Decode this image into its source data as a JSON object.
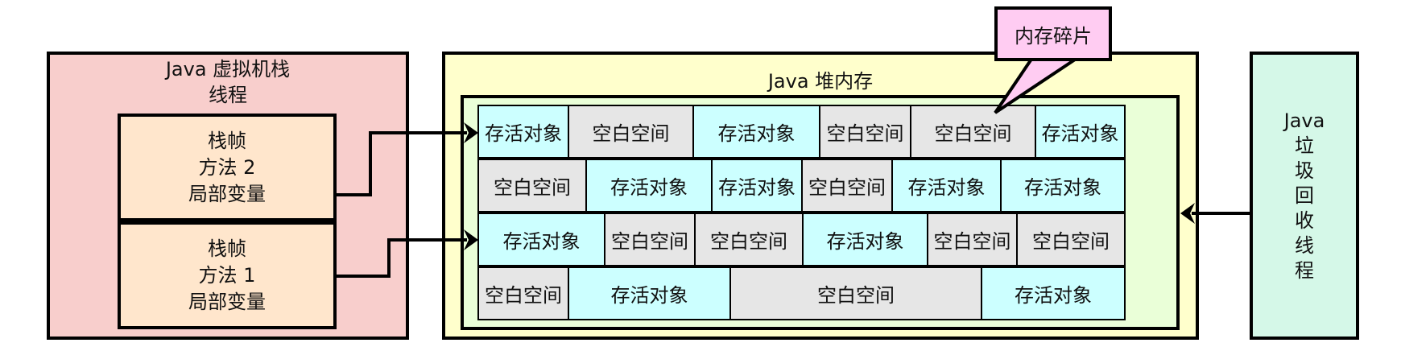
{
  "stack": {
    "title_line1": "Java 虚拟机栈",
    "title_line2": "线程",
    "frames": [
      {
        "line1": "栈帧",
        "line2": "方法 2",
        "line3": "局部变量"
      },
      {
        "line1": "栈帧",
        "line2": "方法 1",
        "line3": "局部变量"
      }
    ]
  },
  "heap": {
    "title": "Java 堆内存",
    "rows": [
      [
        {
          "label": "存活对象",
          "state": "alive"
        },
        {
          "label": "空白空间",
          "state": "empty"
        },
        {
          "label": "存活对象",
          "state": "alive"
        },
        {
          "label": "空白空间",
          "state": "empty"
        },
        {
          "label": "空白空间",
          "state": "empty"
        },
        {
          "label": "存活对象",
          "state": "alive"
        }
      ],
      [
        {
          "label": "空白空间",
          "state": "empty"
        },
        {
          "label": "存活对象",
          "state": "alive"
        },
        {
          "label": "存活对象",
          "state": "alive"
        },
        {
          "label": "空白空间",
          "state": "empty"
        },
        {
          "label": "存活对象",
          "state": "alive"
        },
        {
          "label": "存活对象",
          "state": "alive"
        }
      ],
      [
        {
          "label": "存活对象",
          "state": "alive"
        },
        {
          "label": "空白空间",
          "state": "empty"
        },
        {
          "label": "空白空间",
          "state": "empty"
        },
        {
          "label": "存活对象",
          "state": "alive"
        },
        {
          "label": "空白空间",
          "state": "empty"
        },
        {
          "label": "空白空间",
          "state": "empty"
        }
      ],
      [
        {
          "label": "空白空间",
          "state": "empty"
        },
        {
          "label": "存活对象",
          "state": "alive"
        },
        {
          "label": "空白空间",
          "state": "empty"
        },
        {
          "label": "存活对象",
          "state": "alive"
        }
      ]
    ]
  },
  "gc": {
    "lines": [
      "Java",
      "垃",
      "圾",
      "回",
      "收",
      "线",
      "程"
    ]
  },
  "callout": {
    "label": "内存碎片"
  },
  "colors": {
    "stack_bg": "#f8cecc",
    "frame_bg": "#ffe6cc",
    "heap_outer_bg": "#ffffcc",
    "heap_inner_bg": "#eaffd8",
    "alive_bg": "#ccffff",
    "empty_bg": "#e6e6e6",
    "gc_bg": "#d5f8e8",
    "callout_bg": "#ffccf2"
  }
}
